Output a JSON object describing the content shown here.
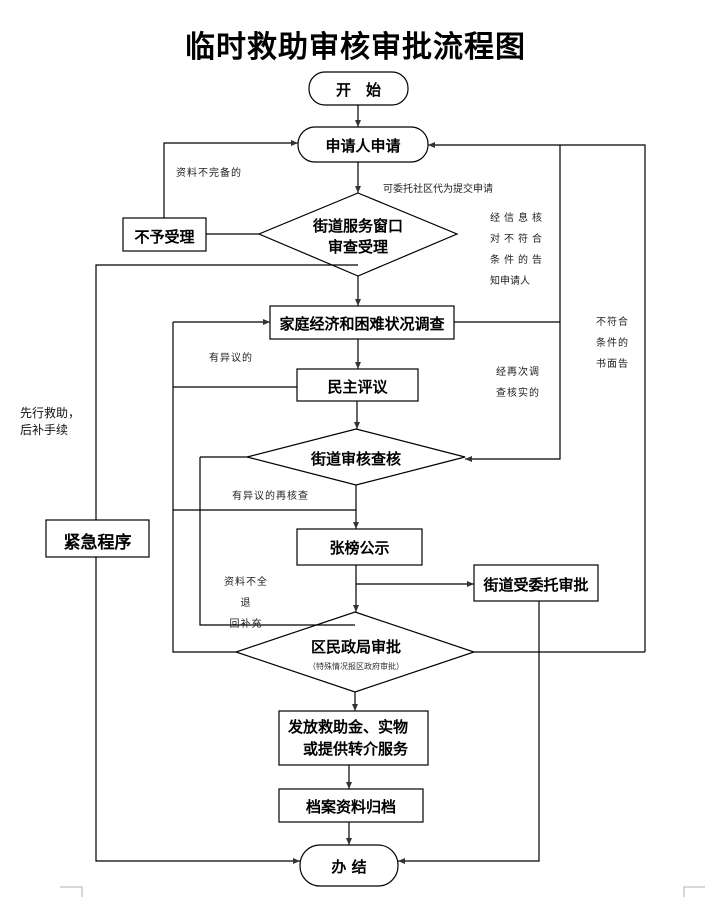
{
  "title": "临时救助审核审批流程图",
  "nodes": {
    "start": "开　始",
    "apply": "申请人申请",
    "reject": "不予受理",
    "window_review_line1": "街道服务窗口",
    "window_review_line2": "审查受理",
    "investigation": "家庭经济和困难状况调查",
    "democratic_review": "民主评议",
    "street_audit": "街道审核查核",
    "publicity": "张榜公示",
    "street_delegated": "街道受委托审批",
    "district_approval": "区民政局审批",
    "district_approval_note": "（特殊情况报区政府审批）",
    "disburse_line1": "发放救助金、实物",
    "disburse_line2": "或提供转介服务",
    "archive": "档案资料归档",
    "emergency": "紧急程序",
    "end": "办 结"
  },
  "labels": {
    "incomplete": "资料不完备的",
    "community_submit": "可委托社区代为提交申请",
    "notify_unqualified": [
      "经信息核",
      "对不符合",
      "条件的告",
      "知申请人"
    ],
    "written_notice": [
      "不符合",
      "条件的",
      "书面告"
    ],
    "objection": "有异议的",
    "reinvestigate": [
      "经再次调",
      "查核实的"
    ],
    "emergency_note": [
      "先行救助，",
      "后补手续"
    ],
    "objection_recheck": "有异议的再核查",
    "incomplete_return": [
      "资料不全退",
      "回补充"
    ]
  },
  "colors": {
    "line": "#000000",
    "text": "#000000",
    "background": "#ffffff"
  }
}
